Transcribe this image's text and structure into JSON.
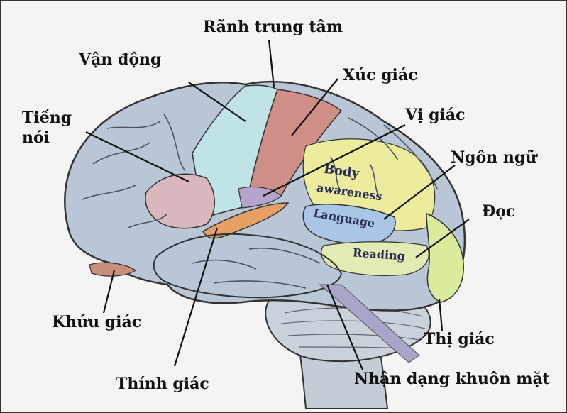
{
  "labels": {
    "ranh_trung_tam": "Rãnh trung tâm",
    "van_dong": "Vận động",
    "xuc_giac": "Xúc giác",
    "vi_giac": "Vị giác",
    "tieng": "Tiếng",
    "noi": "nói",
    "ngon_ngu": "Ngôn ngữ",
    "doc": "Đọc",
    "khuu_giac": "Khứu giác",
    "thi_giac": "Thị giác",
    "thinh_giac": "Thính giác",
    "nhan_dang": "Nhận dạng khuôn mặt"
  },
  "regions": {
    "body": "Body",
    "awareness": "awareness",
    "language": "Language",
    "reading": "Reading"
  },
  "colors": {
    "cortex": "#b8c6d6",
    "motor": "#bfe3e6",
    "sensory": "#cf8f86",
    "speech": "#d9b7bd",
    "awareness": "#ecec9c",
    "language_area": "#a9c6e6",
    "reading_area": "#e2ecb2",
    "visual": "#d8ec9c",
    "auditory": "#e6a064",
    "taste": "#b6a4cc",
    "olfactory": "#c8907c"
  }
}
